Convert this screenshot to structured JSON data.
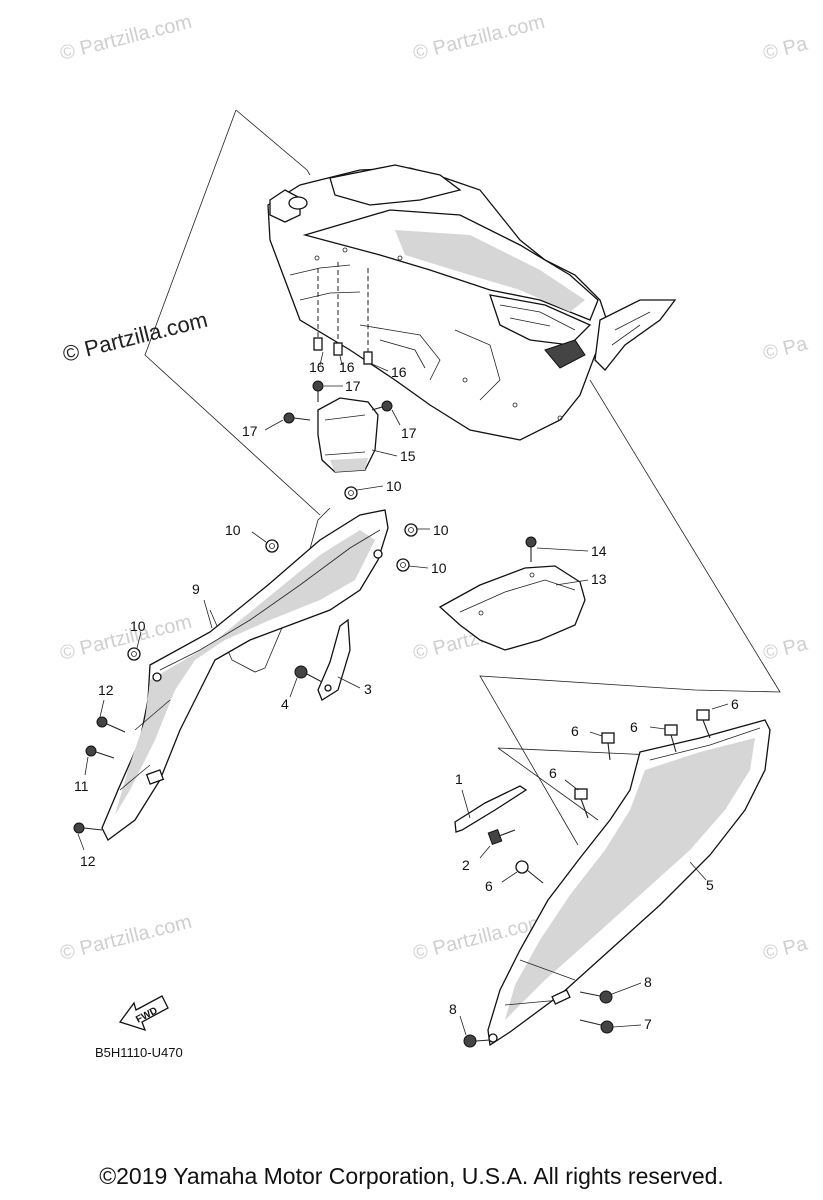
{
  "watermarks": {
    "faint": "© Partzilla.com",
    "faint_edge": "© Pa",
    "strong": "© Partzilla.com"
  },
  "callouts": {
    "p1": "1",
    "p2": "2",
    "p3": "3",
    "p4": "4",
    "p5": "5",
    "p6": "6",
    "p7": "7",
    "p8": "8",
    "p9": "9",
    "p10": "10",
    "p11": "11",
    "p12": "12",
    "p13": "13",
    "p14": "14",
    "p15": "15",
    "p16": "16",
    "p17": "17"
  },
  "fwd_label": "FWD",
  "diagram_code": "B5H1110-U470",
  "copyright": "©2019 Yamaha Motor Corporation, U.S.A. All rights reserved."
}
